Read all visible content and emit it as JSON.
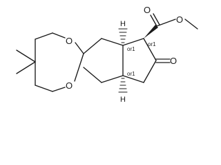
{
  "atoms": {
    "ring_oxygen_top": "O",
    "ring_oxygen_bottom": "O",
    "ketone_oxygen": "O",
    "ester_carbonyl_oxygen": "O",
    "ester_ether_oxygen": "O",
    "hydrogen_top": "H",
    "hydrogen_bottom": "H"
  },
  "stereo_descriptors": {
    "ring_fusion_top": "or1",
    "ester_carbon": "or1",
    "ring_fusion_bottom": "or1"
  }
}
